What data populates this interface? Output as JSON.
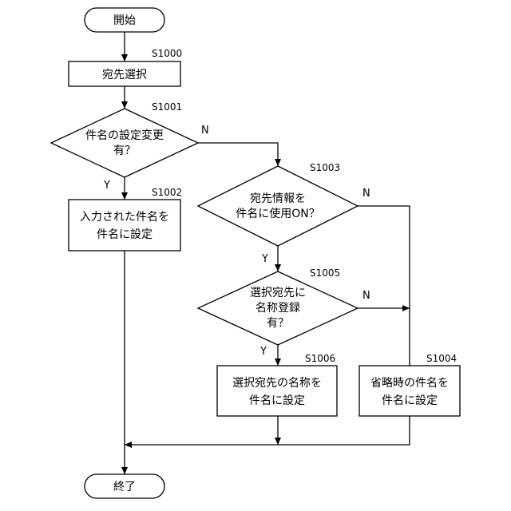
{
  "start": {
    "text": "開始"
  },
  "end": {
    "text": "終了"
  },
  "steps": {
    "s1000": {
      "id": "S1000",
      "text": "宛先選択"
    },
    "s1001": {
      "id": "S1001",
      "line1": "件名の設定変更",
      "line2": "有？"
    },
    "s1002": {
      "id": "S1002",
      "line1": "入力された件名を",
      "line2": "件名に設定"
    },
    "s1003": {
      "id": "S1003",
      "line1": "宛先情報を",
      "line2": "件名に使用ON？"
    },
    "s1004": {
      "id": "S1004",
      "line1": "省略時の件名を",
      "line2": "件名に設定"
    },
    "s1005": {
      "id": "S1005",
      "line1": "選択宛先に",
      "line2": "名称登録",
      "line3": "有？"
    },
    "s1006": {
      "id": "S1006",
      "line1": "選択宛先の名称を",
      "line2": "件名に設定"
    }
  },
  "branch_labels": {
    "s1001_yes": "Y",
    "s1001_no": "N",
    "s1003_yes": "Y",
    "s1003_no": "N",
    "s1005_yes": "Y",
    "s1005_no": "N"
  }
}
